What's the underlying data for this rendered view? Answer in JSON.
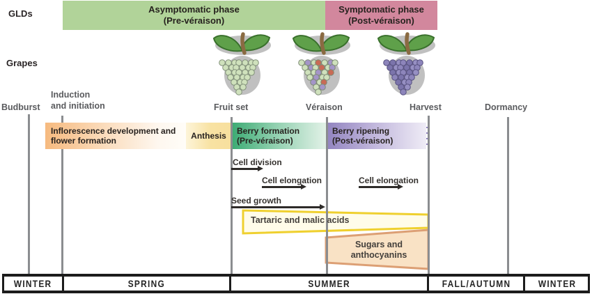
{
  "figure_title": "Grapevine GLD phases and berry development timeline",
  "phase_bars": {
    "asymptomatic": {
      "line1": "Asymptomatic phase",
      "line2": "(Pre-véraison)",
      "color": "#b1d399"
    },
    "symptomatic": {
      "line1": "Symptomatic phase",
      "line2": "(Post-véraison)",
      "color": "#d2879d"
    }
  },
  "row_labels": {
    "glds": "GLDs",
    "grapes": "Grapes"
  },
  "timeline_events": [
    {
      "id": "budburst",
      "line1": "Budburst",
      "line2": ""
    },
    {
      "id": "induction-and-initiation",
      "line1": "Induction",
      "line2": "and initiation"
    },
    {
      "id": "fruit-set",
      "line1": "Fruit set",
      "line2": ""
    },
    {
      "id": "veraison",
      "line1": "Véraison",
      "line2": ""
    },
    {
      "id": "harvest",
      "line1": "Harvest",
      "line2": ""
    },
    {
      "id": "dormancy",
      "line1": "Dormancy",
      "line2": ""
    }
  ],
  "development_bands": [
    {
      "line1": "Inflorescence development and",
      "line2": "flower formation",
      "color_start": "#f6ba7f",
      "color_end": "#fffdf8"
    },
    {
      "line1": "Anthesis",
      "line2": "",
      "color_start": "#fdf4d8",
      "color_end": "#f7df9e"
    },
    {
      "line1": "Berry formation",
      "line2": "(Pre-véraison)",
      "color_start": "#3bab73",
      "color_end": "#e3f2e8"
    },
    {
      "line1": "Berry ripening",
      "line2": "(Post-véraison)",
      "color_start": "#9284c0",
      "color_end": "#efecf6"
    }
  ],
  "growth_processes": [
    {
      "label": "Cell division"
    },
    {
      "label": "Cell elongation"
    },
    {
      "label": "Cell elongation"
    },
    {
      "label": "Seed growth"
    }
  ],
  "compound_wedges": {
    "tartaric": {
      "label": "Tartaric and malic acids",
      "fill": "#fffce9",
      "border": "#efd02f"
    },
    "sugars": {
      "line1": "Sugars and",
      "line2": "anthocyanins",
      "fill": "#f9e2c5",
      "border": "#dc9f74"
    }
  },
  "season_bar": {
    "bar_color": "#1c1c1c",
    "seasons": [
      {
        "label": "WINTER"
      },
      {
        "label": "SPRING"
      },
      {
        "label": "SUMMER"
      },
      {
        "label": "FALL/AUTUMN"
      },
      {
        "label": "WINTER"
      }
    ]
  },
  "grapes": {
    "leaf_color": "#5fa04a",
    "leaf_outline": "#39702c",
    "stem_color": "#8a6a42",
    "shadow_color": "#8d8d8d",
    "clusters": [
      {
        "id": "fruit-set-grapes",
        "berry_palette": [
          "#cfe1bc"
        ],
        "berry_outline": "#82917a"
      },
      {
        "id": "veraison-grapes",
        "berry_palette": [
          "#cfe1bc",
          "#a495c8",
          "#cfe1bc",
          "#c96a55",
          "#cfe1bc",
          "#a495c8",
          "#cfe1bc"
        ],
        "berry_outline": "#7e8b76"
      },
      {
        "id": "harvest-grapes",
        "berry_palette": [
          "#8d85bb",
          "#7b74ab",
          "#968fc2"
        ],
        "berry_outline": "#575180"
      }
    ]
  }
}
